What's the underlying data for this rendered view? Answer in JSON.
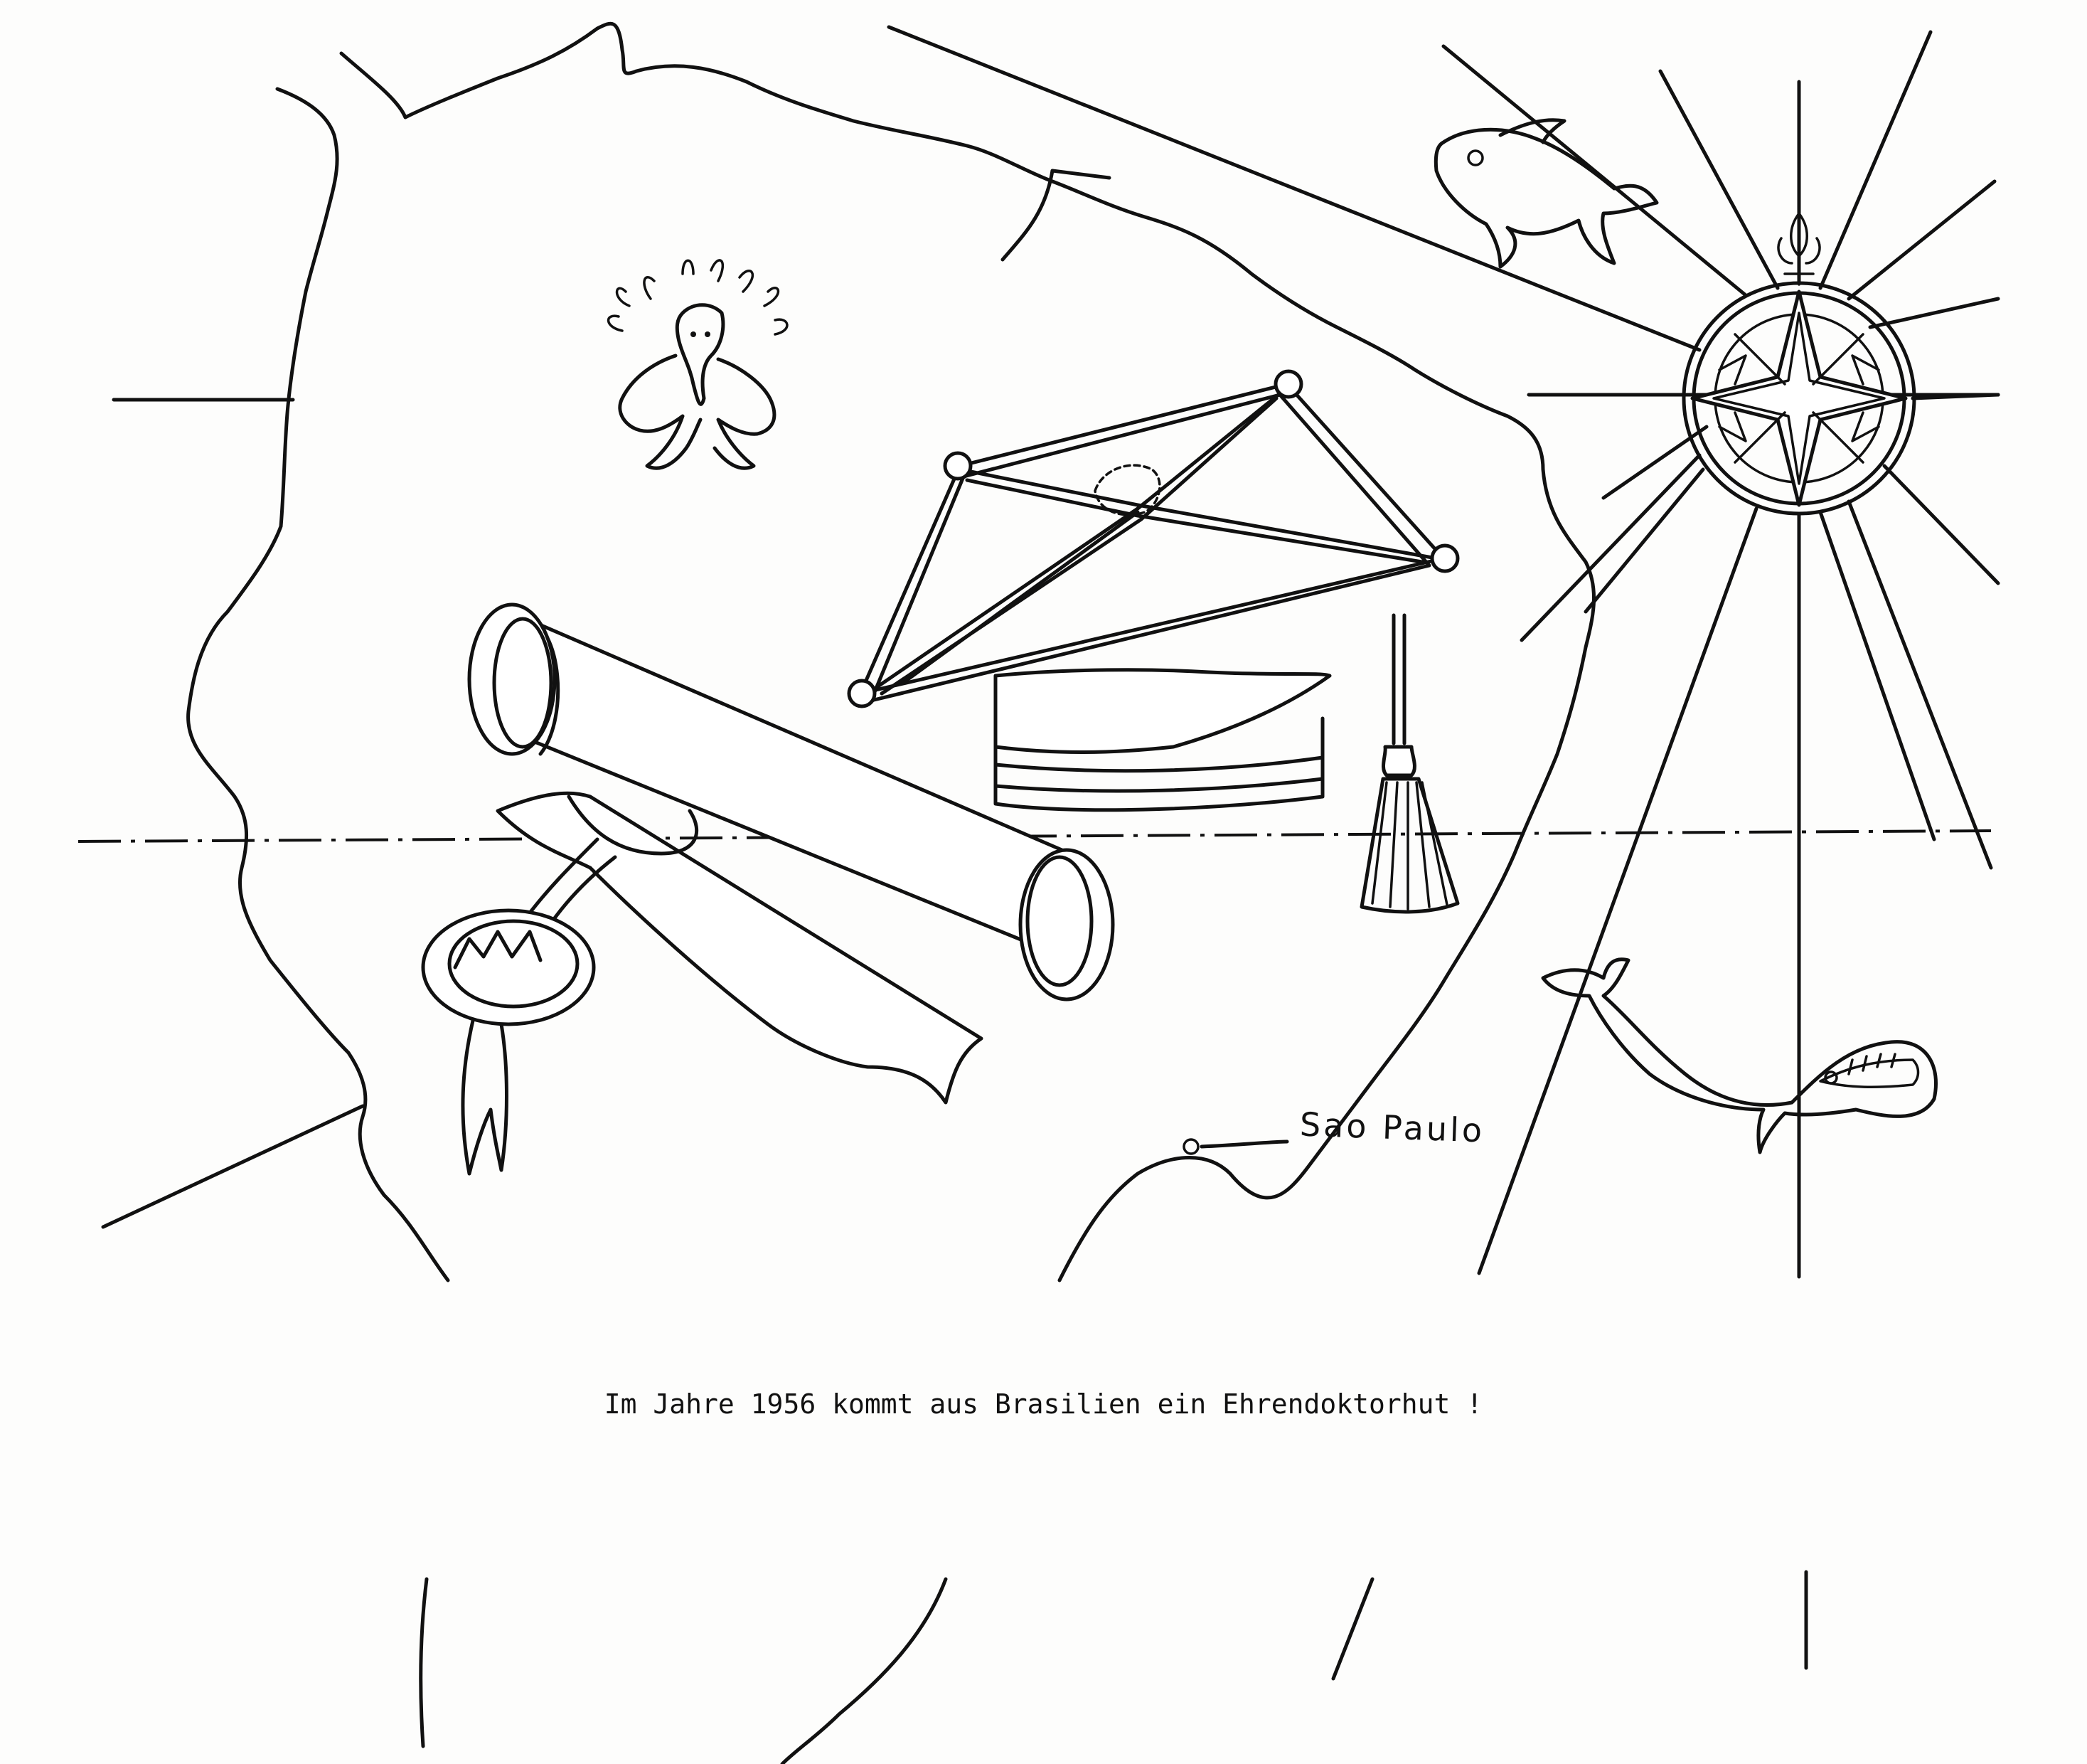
{
  "map": {
    "city_label": "Sao Paulo"
  },
  "caption": {
    "text": "Im Jahre 1956 kommt aus Brasilien ein Ehrendoktorhut !"
  },
  "illustration": {
    "elements": [
      "brazil-map-outline",
      "native-figure",
      "compass-rose",
      "fish",
      "whale",
      "doctoral-hat",
      "diploma-scroll",
      "wax-seal"
    ]
  }
}
